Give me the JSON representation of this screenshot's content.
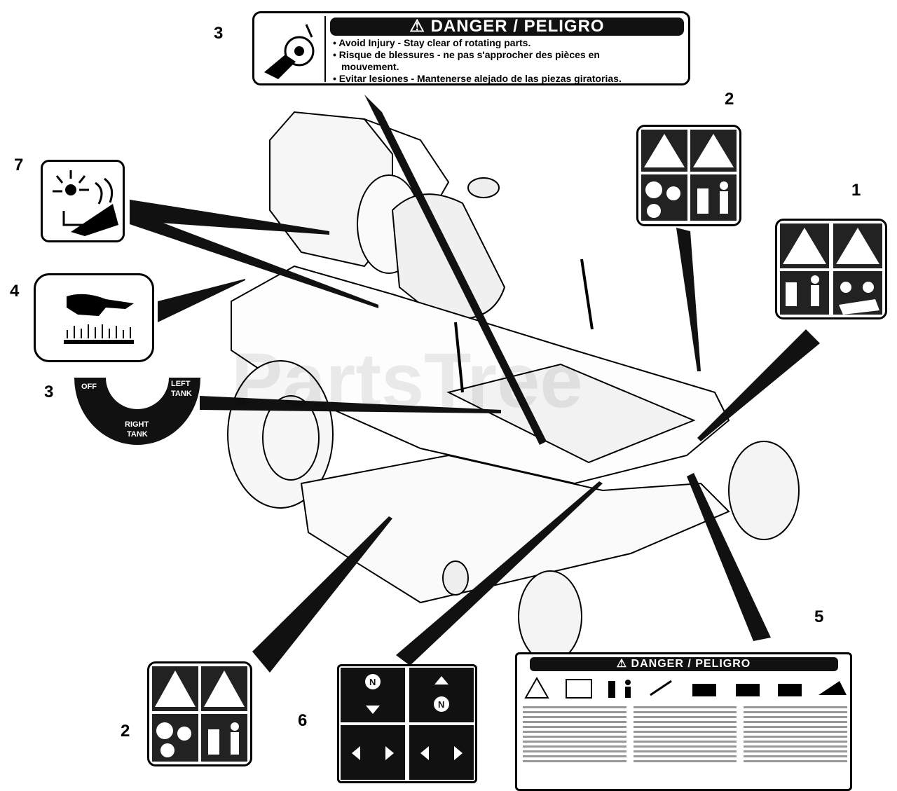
{
  "callouts": {
    "n3_top": "3",
    "n2_top": "2",
    "n1": "1",
    "n7": "7",
    "n4": "4",
    "n3_mid": "3",
    "n5": "5",
    "n2_bottom": "2",
    "n6": "6"
  },
  "decal3": {
    "header": "⚠ DANGER / PELIGRO",
    "lines": [
      "• Avoid Injury - Stay clear of rotating parts.",
      "• Risque de blessures - ne pas s'approcher des pièces en",
      "   mouvement.",
      "• Evitar lesiones - Mantenerse alejado de las piezas giratorias."
    ]
  },
  "fuel_decal": {
    "off": "OFF",
    "left": "LEFT",
    "left2": "TANK",
    "right": "RIGHT",
    "right2": "TANK"
  },
  "decal5": {
    "header": "⚠ DANGER / PELIGRO"
  },
  "watermark": "PartsTree",
  "icons": {
    "warning": "warning-triangle-icon",
    "hand": "hand-icon",
    "neutral": "neutral-N-icon"
  }
}
